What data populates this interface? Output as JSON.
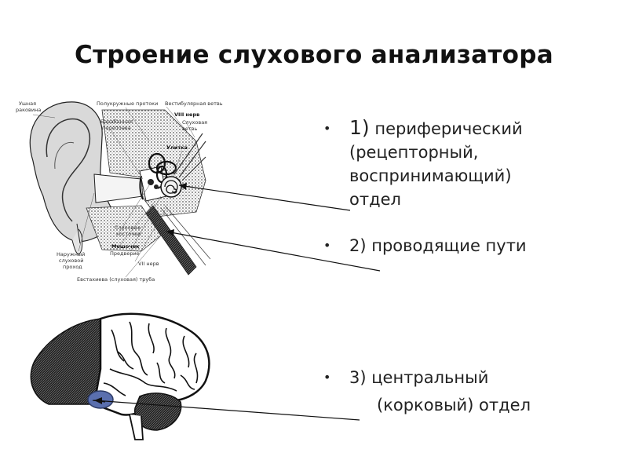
{
  "title": "Строение слухового анализатора",
  "bullets": [
    {
      "number": "1)",
      "lines": [
        "периферический",
        "(рецепторный,",
        "воспринимающий)",
        "отдел"
      ]
    },
    {
      "text": "2) проводящие пути"
    },
    {
      "lines": [
        "3) центральный",
        "(корковый) отдел"
      ]
    }
  ],
  "ear_labels": {
    "auricle": [
      "Ушная",
      "раковина"
    ],
    "semicircular_canals": "Полукружные протоки",
    "vestibular_branch": "Вестибулярная ветвь",
    "nerve_viii": "VIII нерв",
    "auditory_branch": [
      "Слуховая",
      "ветвь"
    ],
    "eardrum": [
      "Барабанная",
      "перепонка"
    ],
    "cochlea": "Улитка",
    "ossicles": [
      "Слуховые",
      "косточки"
    ],
    "saccule": "Мешочек",
    "vestibule": "Предверие",
    "external_canal": [
      "Наружный",
      "слуховой",
      "проход"
    ],
    "nerve_vii": "VII нерв",
    "eustachian_tube": "Евстахиева (слуховая) труба"
  },
  "colors": {
    "temporal_highlight": "#5a6fae",
    "text": "#111111"
  }
}
